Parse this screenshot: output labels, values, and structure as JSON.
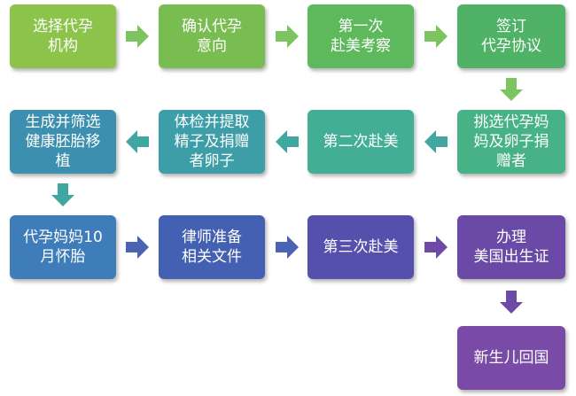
{
  "steps": [
    {
      "label": "选择代孕\n机构",
      "color": "#8cc34b"
    },
    {
      "label": "确认代孕\n意向",
      "color": "#79bd52"
    },
    {
      "label": "第一次\n赴美考察",
      "color": "#5db95c"
    },
    {
      "label": "签订\n代孕协议",
      "color": "#4fb267"
    },
    {
      "label": "挑选代孕妈\n妈及卵子捐\n赠者",
      "color": "#46b286"
    },
    {
      "label": "第二次赴美",
      "color": "#41ae95"
    },
    {
      "label": "体检并提取\n精子及捐赠\n者卵子",
      "color": "#3d9ea8"
    },
    {
      "label": "生成并筛选\n健康胚胎移\n植",
      "color": "#3c8fae"
    },
    {
      "label": "代孕妈妈10\n月怀胎",
      "color": "#3f7cba"
    },
    {
      "label": "律师准备\n相关文件",
      "color": "#4460b2"
    },
    {
      "label": "第三次赴美",
      "color": "#5650ad"
    },
    {
      "label": "办理\n美国出生证",
      "color": "#6a4aa6"
    },
    {
      "label": "新生儿回国",
      "color": "#7a4ba6"
    }
  ],
  "arrow_colors": {
    "green": "#7cc460",
    "teal": "#40a6a0",
    "blue": "#4a63b4",
    "purple": "#6c4aa6"
  }
}
